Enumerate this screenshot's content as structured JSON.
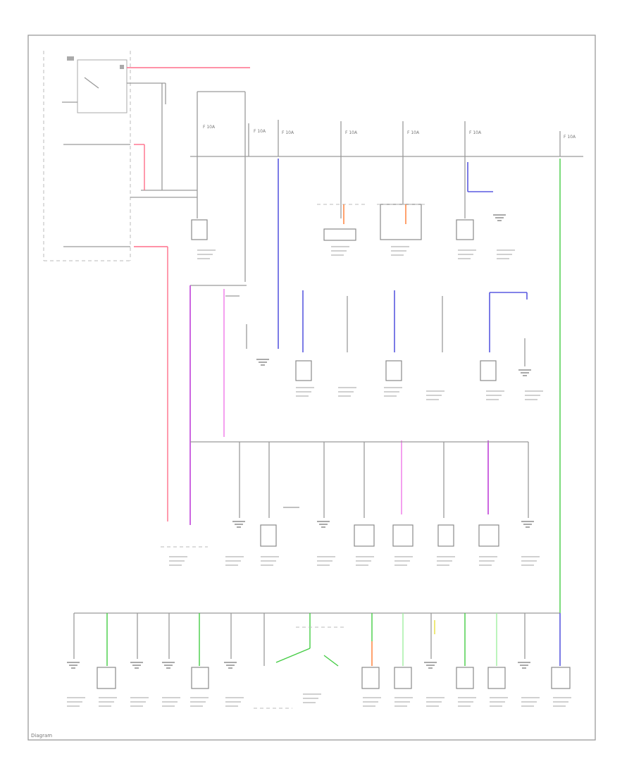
{
  "diagram": {
    "footer_label": "Diagram",
    "colors": {
      "frame": "#9a9a9a",
      "wire": "#9a9a9a",
      "red": "#ff6f8a",
      "blue": "#5a5ae0",
      "violet": "#c040d8",
      "magenta": "#f078e8",
      "green": "#44cc44",
      "light_green": "#a0f0a0",
      "orange": "#ff7a30",
      "yellow": "#e8e040"
    },
    "fuse_labels": [
      "F 10A",
      "F 10A",
      "F 10A",
      "F 10A",
      "F 10A",
      "F 10A",
      "F 10A"
    ]
  }
}
